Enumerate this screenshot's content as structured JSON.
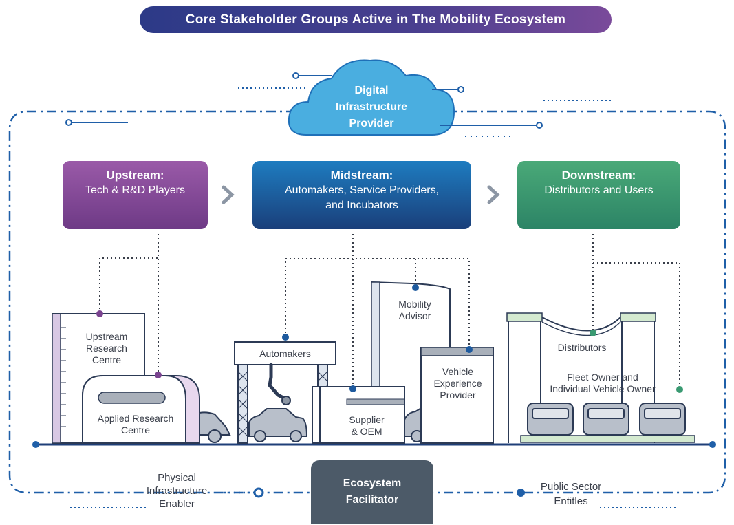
{
  "title": "Core Stakeholder Groups Active in The Mobility Ecosystem",
  "cloud": {
    "line1": "Digital",
    "line2": "Infrastructure",
    "line3": "Provider"
  },
  "upstream": {
    "heading": "Upstream:",
    "line1": "Tech & R&D Players"
  },
  "midstream": {
    "heading": "Midstream:",
    "line1": "Automakers, Service Providers,",
    "line2": "and Incubators"
  },
  "downstream": {
    "heading": "Downstream:",
    "line1": "Distributors and Users"
  },
  "buildings": {
    "upstream_research": [
      "Upstream",
      "Research",
      "Centre"
    ],
    "applied_research": [
      "Applied Research",
      "Centre"
    ],
    "automakers": "Automakers",
    "mobility_advisor": [
      "Mobility",
      "Advisor"
    ],
    "supplier": [
      "Supplier",
      "& OEM"
    ],
    "vehicle_experience": [
      "Vehicle",
      "Experience",
      "Provider"
    ],
    "distributors": "Distributors",
    "fleet_owner": [
      "Fleet Owner and",
      "Individual Vehicle Owner"
    ]
  },
  "bottom": {
    "physical": [
      "Physical",
      "Infrastructure",
      "Enabler"
    ],
    "facilitator": [
      "Ecosystem",
      "Facilitator"
    ],
    "public": [
      "Public Sector",
      "Entitles"
    ]
  },
  "colors": {
    "upstream": "#7a4490",
    "midstream": "#1e5a9e",
    "downstream": "#3a9a72",
    "line": "#1f5fa8",
    "building_stroke": "#2c3a55",
    "cloud": "#4aaee0"
  }
}
